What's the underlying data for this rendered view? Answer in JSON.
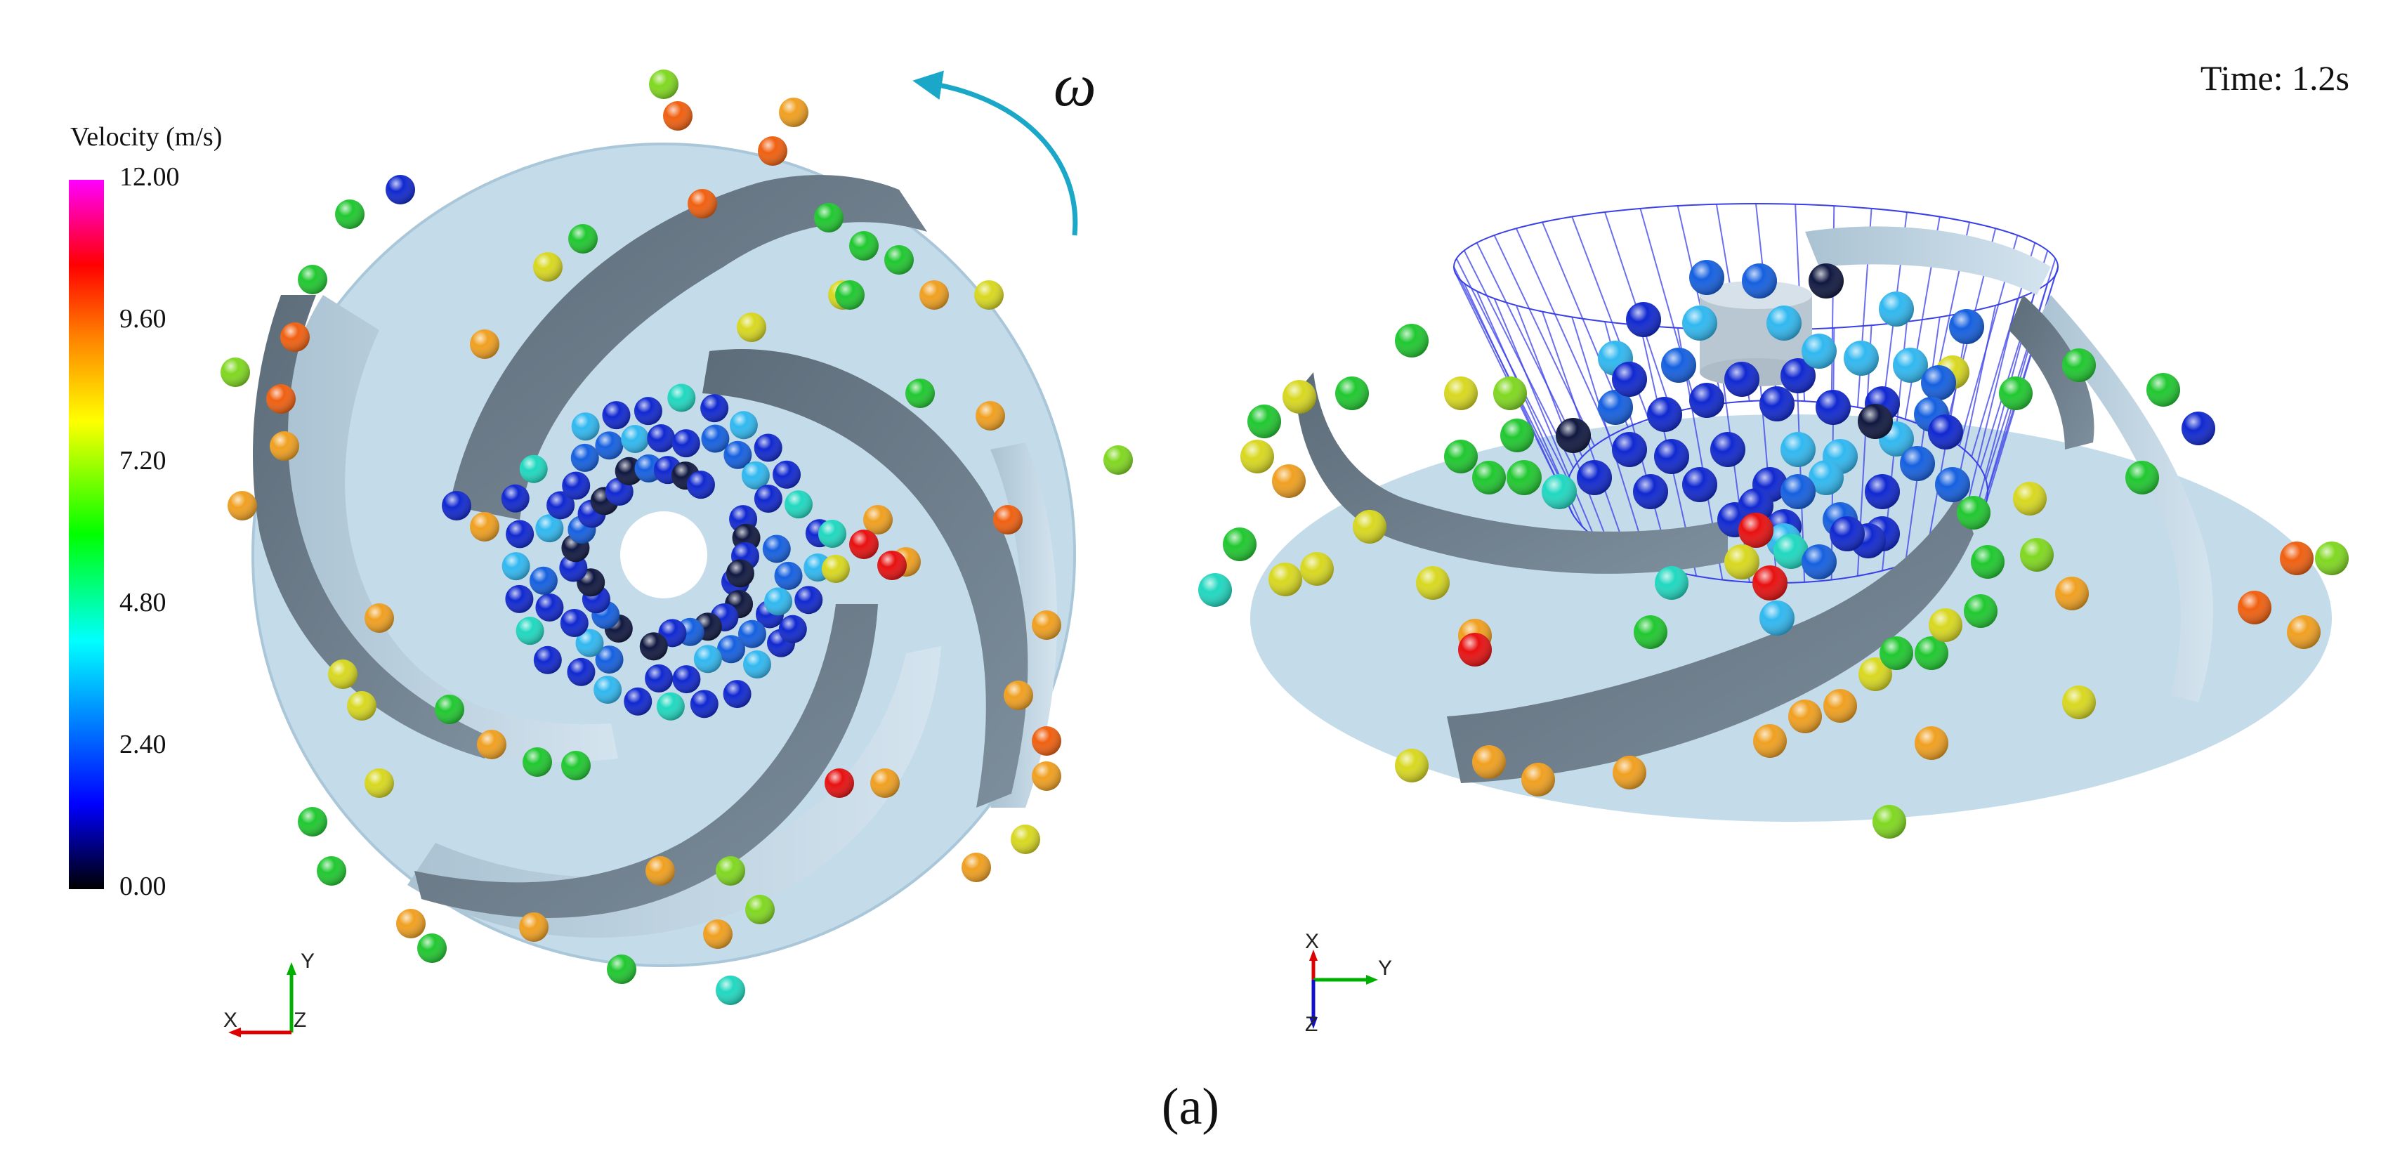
{
  "legend": {
    "title": "Velocity (m/s)",
    "ticks": [
      "12.00",
      "9.60",
      "7.20",
      "4.80",
      "2.40",
      "0.00"
    ],
    "colors": [
      "#000000",
      "#0000ff",
      "#00ffff",
      "#00ff00",
      "#ffff00",
      "#ff8000",
      "#ff0000",
      "#ff00ff"
    ]
  },
  "time_label": "Time: 1.2s",
  "omega_symbol": "ω",
  "subfigure_label": "(a)",
  "left_view": {
    "axes": {
      "vertical": "Y",
      "horizontal": "X",
      "origin": "Z"
    }
  },
  "right_view": {
    "axes": {
      "vertical": "X",
      "horizontal": "Y",
      "down": "Z"
    }
  },
  "colors": {
    "hub_disc": "#c4dbea",
    "blade": "#6a7a88",
    "rotation_arrow": "#1ba8c8"
  }
}
